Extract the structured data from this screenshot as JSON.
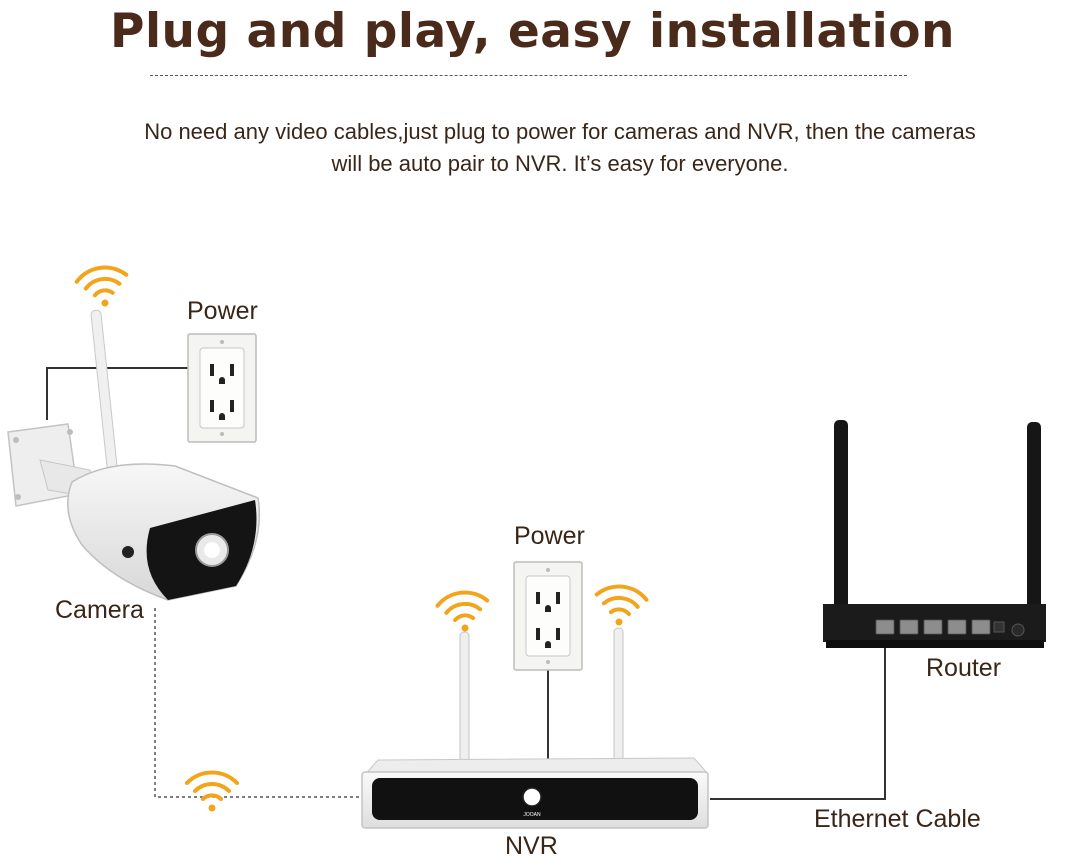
{
  "title": "Plug and play, easy installation",
  "description": {
    "line1": "No need any video cables,just plug to power for cameras and NVR, then the cameras",
    "line2": "will be auto pair to NVR. It’s easy for everyone."
  },
  "labels": {
    "power_camera": "Power",
    "camera": "Camera",
    "power_nvr": "Power",
    "nvr": "NVR",
    "router": "Router",
    "ethernet": "Ethernet Cable"
  },
  "nvr_brand": "JOOAN",
  "colors": {
    "title": "#4a2a1a",
    "text": "#3a2618",
    "wifi": "#f2a51b",
    "device_black": "#141414"
  },
  "icons": [
    "wifi-signal-icon",
    "power-outlet-icon",
    "camera-device",
    "nvr-device",
    "router-device"
  ]
}
